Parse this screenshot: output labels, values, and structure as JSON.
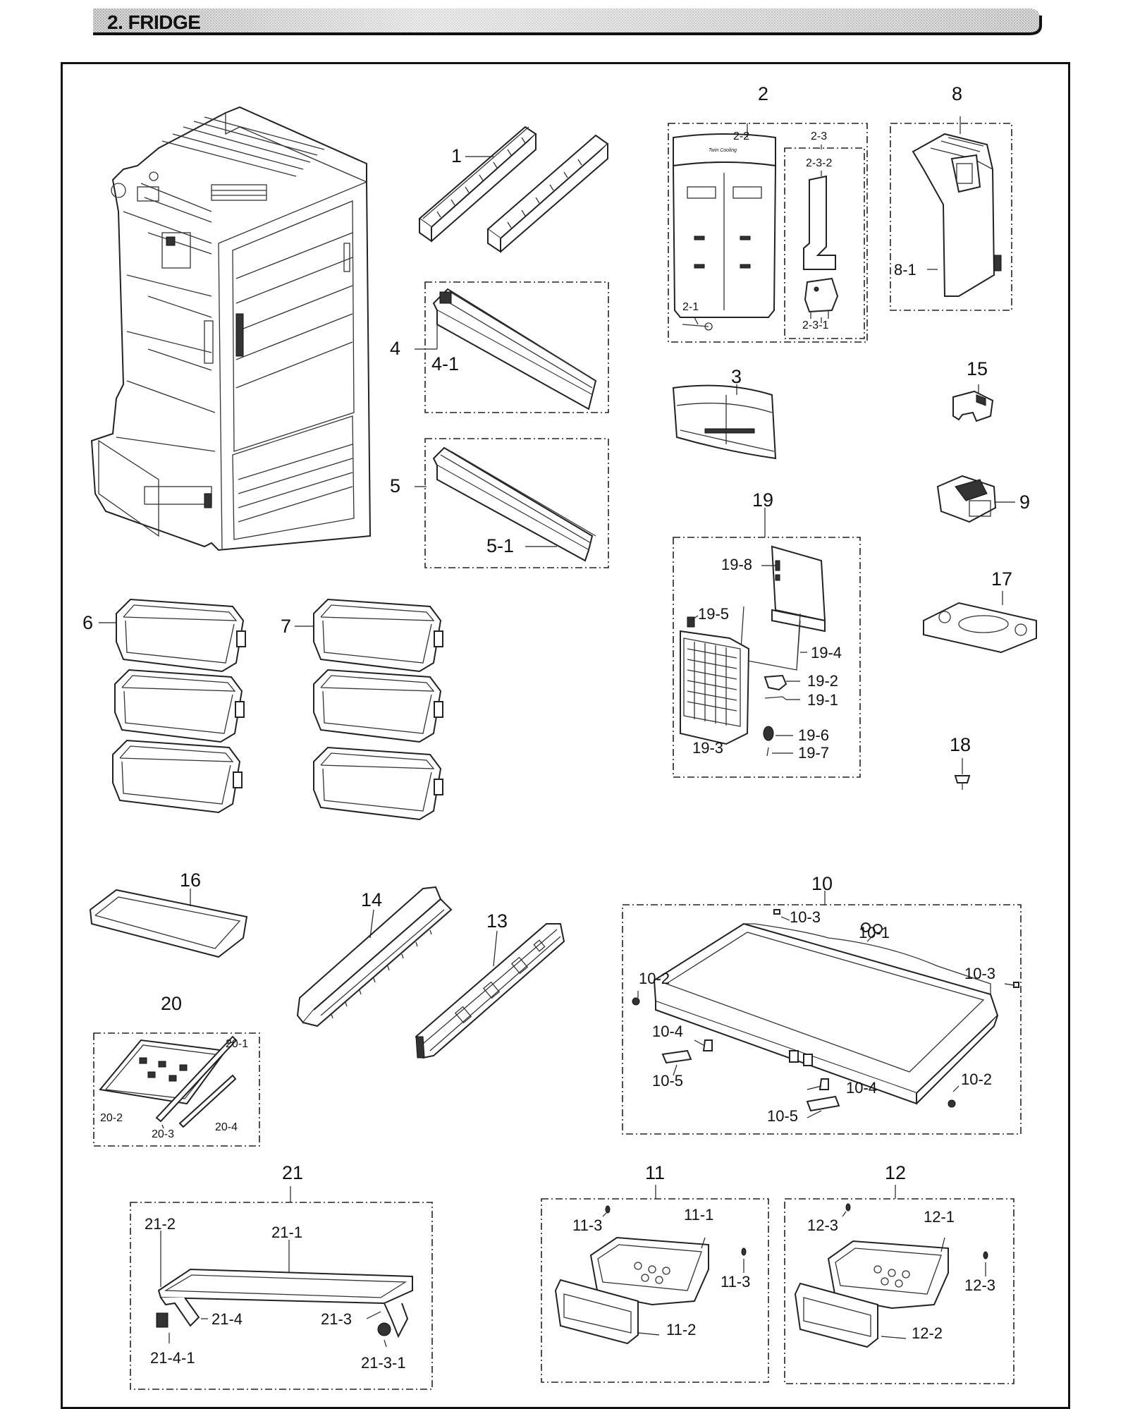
{
  "header": {
    "title": "2. FRIDGE"
  },
  "callouts": {
    "c1": "1",
    "c2": "2",
    "c2_1": "2-1",
    "c2_2": "2-2",
    "c2_3": "2-3",
    "c2_3_1": "2-3-1",
    "c2_3_2": "2-3-2",
    "c3": "3",
    "c4": "4",
    "c4_1": "4-1",
    "c5": "5",
    "c5_1": "5-1",
    "c6": "6",
    "c7": "7",
    "c8": "8",
    "c8_1": "8-1",
    "c9": "9",
    "c10": "10",
    "c10_1": "10-1",
    "c10_2a": "10-2",
    "c10_2b": "10-2",
    "c10_3a": "10-3",
    "c10_3b": "10-3",
    "c10_4a": "10-4",
    "c10_4b": "10-4",
    "c10_5a": "10-5",
    "c10_5b": "10-5",
    "c11": "11",
    "c11_1": "11-1",
    "c11_2": "11-2",
    "c11_3a": "11-3",
    "c11_3b": "11-3",
    "c12": "12",
    "c12_1": "12-1",
    "c12_2": "12-2",
    "c12_3a": "12-3",
    "c12_3b": "12-3",
    "c13": "13",
    "c14": "14",
    "c15": "15",
    "c16": "16",
    "c17": "17",
    "c18": "18",
    "c19": "19",
    "c19_1": "19-1",
    "c19_2": "19-2",
    "c19_3": "19-3",
    "c19_4": "19-4",
    "c19_5": "19-5",
    "c19_6": "19-6",
    "c19_7": "19-7",
    "c19_8": "19-8",
    "c20": "20",
    "c20_1": "20-1",
    "c20_2": "20-2",
    "c20_3": "20-3",
    "c20_4": "20-4",
    "c21": "21",
    "c21_1": "21-1",
    "c21_2": "21-2",
    "c21_3": "21-3",
    "c21_3_1": "21-3-1",
    "c21_4": "21-4",
    "c21_4_1": "21-4-1"
  }
}
